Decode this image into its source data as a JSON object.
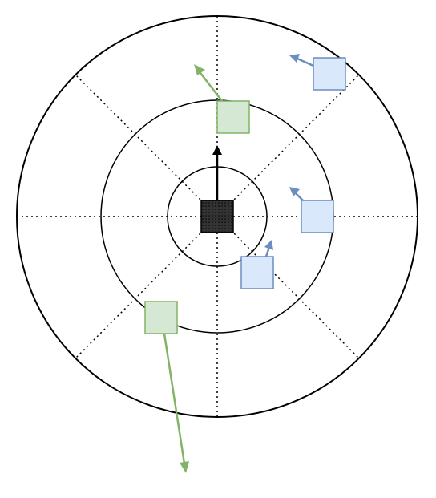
{
  "colors": {
    "background": "#ffffff",
    "ring_stroke": "#000000",
    "spoke_stroke": "#000000",
    "center_fill": "#333333",
    "center_pattern": "#000000",
    "green_fill": "#d5e8d4",
    "green_stroke": "#82b366",
    "blue_fill": "#dae8fc",
    "blue_stroke": "#6c8ebf",
    "black_arrow": "#000000"
  },
  "icons": {
    "center": "ego-vehicle-square",
    "green_boxes": "green-agent-square",
    "blue_boxes": "blue-agent-square",
    "arrows": "motion-vector-arrow"
  }
}
